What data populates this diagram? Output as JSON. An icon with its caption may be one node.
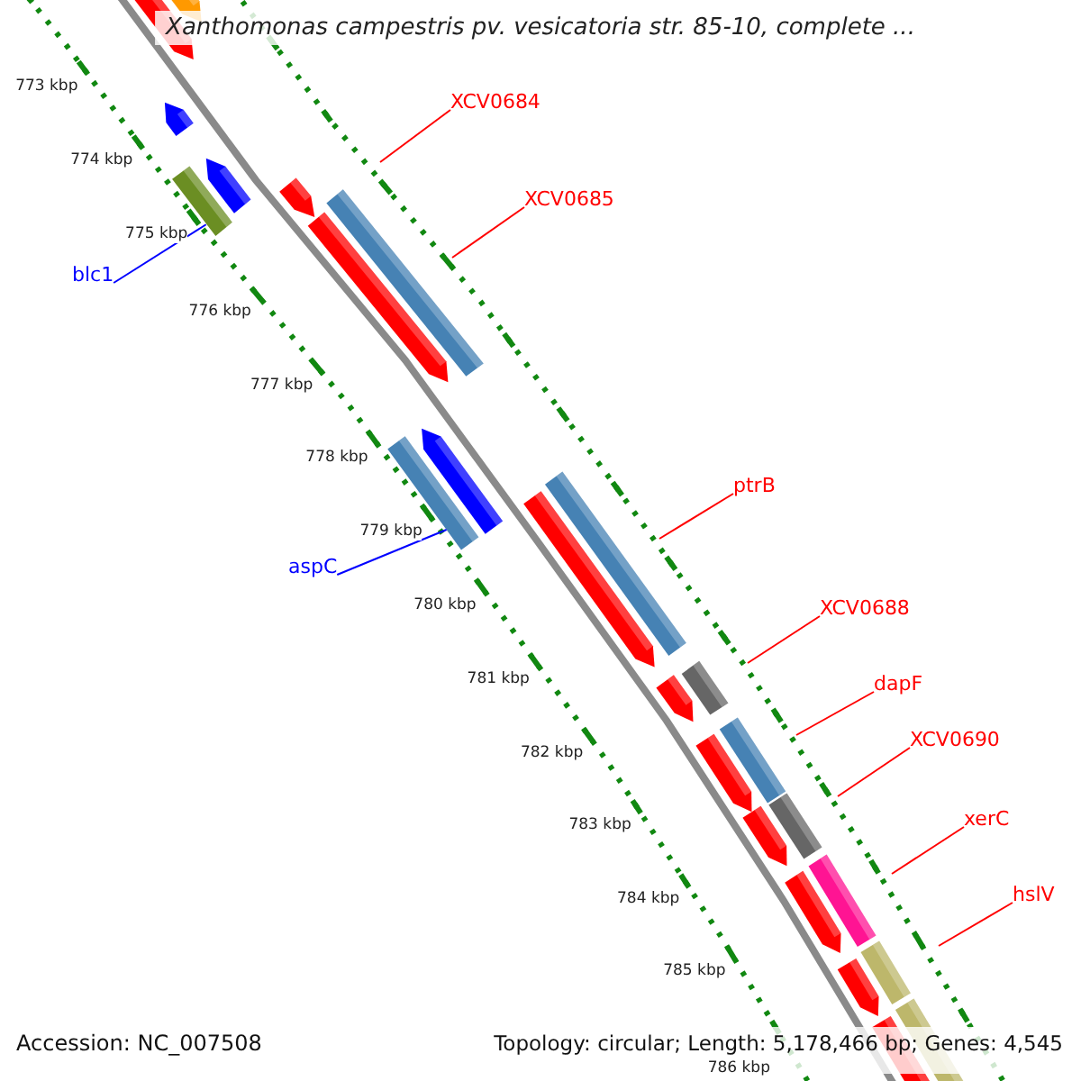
{
  "diagram": {
    "title": "Xanthomonas campestris pv. vesicatoria str. 85-10, complete ...",
    "nodes": [
      {
        "text": [
          "XCV0684"
        ]
      },
      {
        "text": [
          "XCV0685"
        ]
      },
      {
        "text": [
          "blc1"
        ]
      },
      {
        "text": [
          "ptrB"
        ]
      },
      {
        "text": [
          "aspC"
        ]
      },
      {
        "text": [
          "XCV0688"
        ]
      },
      {
        "text": [
          "dapF"
        ]
      },
      {
        "text": [
          "XCV0690"
        ]
      },
      {
        "text": [
          "xerC"
        ]
      },
      {
        "text": [
          "hslV"
        ]
      },
      {
        "text": [],
        "shape": "bar"
      },
      {
        "text": [],
        "shape": "bar"
      }
    ],
    "edges": [
      {
        "from": 0,
        "to": null,
        "arrow": "none"
      },
      {
        "from": 1,
        "to": null,
        "arrow": "none"
      },
      {
        "from": 2,
        "to": 10,
        "arrow": "none",
        "color": "#0000ff"
      },
      {
        "from": 3,
        "to": null,
        "arrow": "none"
      },
      {
        "from": 4,
        "to": 11,
        "arrow": "none",
        "color": "#0000ff"
      },
      {
        "from": 5,
        "to": null,
        "arrow": "none"
      },
      {
        "from": 6,
        "to": null,
        "arrow": "none"
      },
      {
        "from": 7,
        "to": null,
        "arrow": "none"
      },
      {
        "from": 8,
        "to": null,
        "arrow": "none"
      },
      {
        "from": 9,
        "to": null,
        "arrow": "none"
      }
    ],
    "labels": [
      "773 kbp",
      "774 kbp",
      "775 kbp",
      "776 kbp",
      "777 kbp",
      "778 kbp",
      "779 kbp",
      "780 kbp",
      "781 kbp",
      "782 kbp",
      "783 kbp",
      "784 kbp",
      "785 kbp",
      "786 kbp",
      "Accession: NC_007508",
      "Topology: circular; Length: 5,178,466 bp; Genes: 4,545"
    ]
  }
}
